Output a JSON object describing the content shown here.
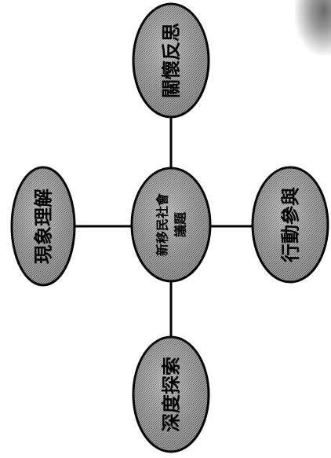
{
  "diagram": {
    "center": {
      "label_line1": "新移民社會",
      "label_line2": "議題"
    },
    "top": {
      "label": "關懷反思"
    },
    "left": {
      "label": "現象理解"
    },
    "right": {
      "label": "行動參與"
    },
    "bottom": {
      "label": "深度探索"
    }
  },
  "colors": {
    "node_fill": "#a9a9a9",
    "node_stroke": "#000000",
    "line": "#000000"
  }
}
